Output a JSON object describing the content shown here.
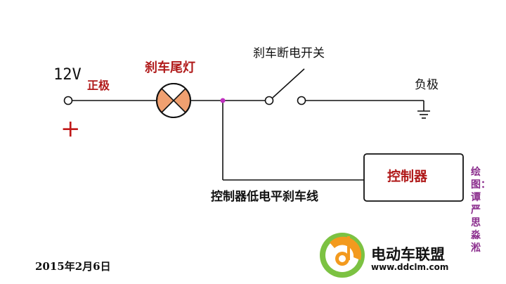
{
  "labels": {
    "voltage": "12V",
    "positive_pole": "正极",
    "plus_sign": "+",
    "brake_light": "刹车尾灯",
    "brake_switch": "刹车断电开关",
    "negative_pole": "负极",
    "controller": "控制器",
    "low_level_line": "控制器低电平刹车线",
    "date": "2015年2月6日",
    "credit": "绘图：谭严思淼淞"
  },
  "logo": {
    "name": "电动车联盟",
    "url": "www.ddclm.com"
  },
  "colors": {
    "wire": "#111111",
    "label_red": "#b01a1a",
    "lamp_fill": "#f0a070",
    "junction": "#c030c0",
    "credit_purple": "#8a2c8c",
    "logo_orange": "#f39a1e",
    "logo_green": "#7cc242"
  }
}
